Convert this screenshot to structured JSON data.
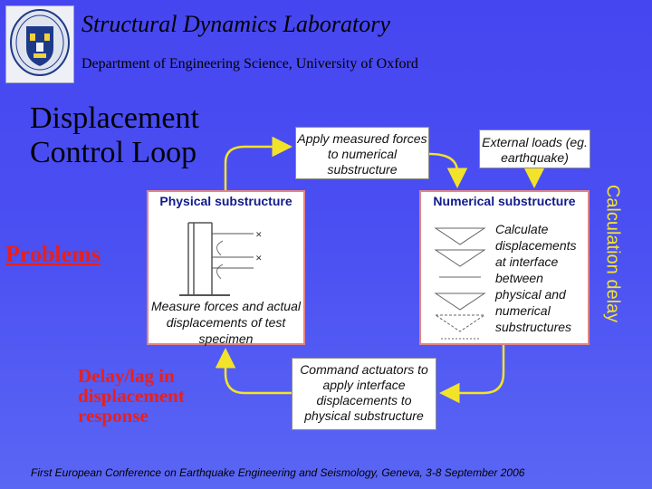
{
  "header": {
    "title": "Structural Dynamics Laboratory",
    "department": "Department of Engineering Science, University of Oxford"
  },
  "slide": {
    "title": "Displacement Control Loop",
    "problems_label": "Problems",
    "delay_note": "Delay/lag in displacement response"
  },
  "diagram": {
    "apply_forces": "Apply measured forces to numerical substructure",
    "external_loads": "External loads (eg. earthquake)",
    "physical": {
      "heading": "Physical substructure",
      "caption": "Measure forces and actual displacements of test specimen"
    },
    "numerical": {
      "heading": "Numerical substructure",
      "caption": "Calculate displacements at interface between physical and numerical substructures"
    },
    "command_actuators": "Command actuators to apply interface displacements to physical substructure",
    "calculation_delay": "Calculation delay"
  },
  "footer": "First European Conference on Earthquake Engineering and Seismology, Geneva, 3-8 September 2006",
  "colors": {
    "arrow": "#f2e32a",
    "problem_text": "#e8201c",
    "box_border": "#e08585",
    "heading_text": "#111a8a"
  }
}
